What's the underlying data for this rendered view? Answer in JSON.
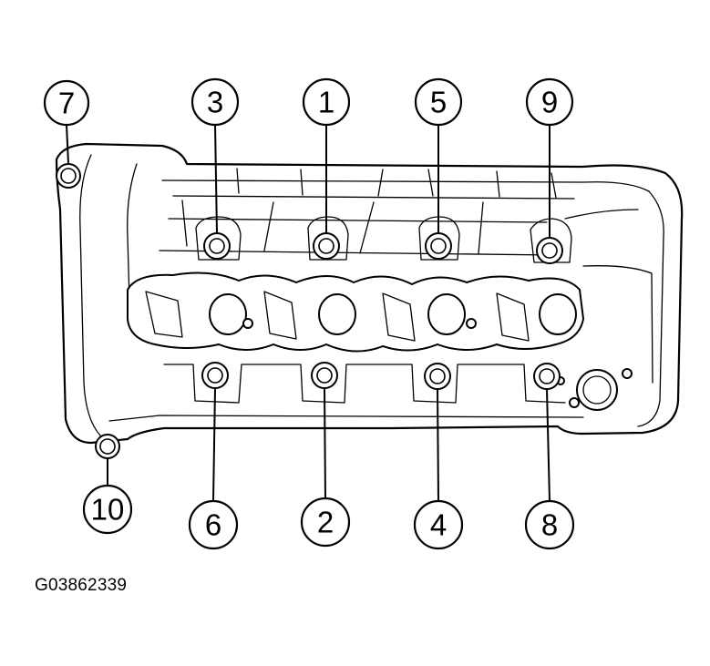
{
  "figure_code": "G03862339",
  "bolts": [
    {
      "label": "7",
      "name": "bolt-7"
    },
    {
      "label": "3",
      "name": "bolt-3"
    },
    {
      "label": "1",
      "name": "bolt-1"
    },
    {
      "label": "5",
      "name": "bolt-5"
    },
    {
      "label": "9",
      "name": "bolt-9"
    },
    {
      "label": "10",
      "name": "bolt-10"
    },
    {
      "label": "6",
      "name": "bolt-6"
    },
    {
      "label": "2",
      "name": "bolt-2"
    },
    {
      "label": "4",
      "name": "bolt-4"
    },
    {
      "label": "8",
      "name": "bolt-8"
    }
  ],
  "colors": {
    "line": "#000000",
    "background": "#ffffff"
  }
}
